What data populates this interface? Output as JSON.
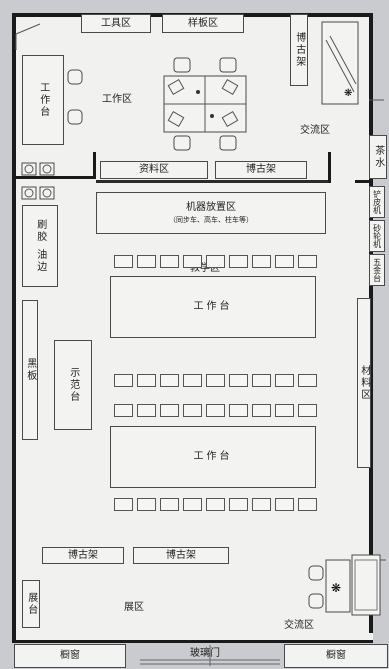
{
  "areas": {
    "tool_area": "工具区",
    "sample_area": "样板区",
    "shelf_top_right": "博古架",
    "workbench_left": "工作台",
    "work_area": "工作区",
    "exchange_top": "交流区",
    "tea_water": "茶水",
    "materials_area": "资料区",
    "shelf_mid": "博古架",
    "machine_area": "机器放置区",
    "machine_note": "（同步车、高车、柱车等）",
    "glue_brush": "刷胶",
    "edge_oil": "油边",
    "skin_machine": "铲皮机",
    "grinder": "砂轮机",
    "hardware_counter": "五金台",
    "teaching_area": "教学区",
    "workbench_center_1": "工作台",
    "blackboard": "黑板",
    "demo_table": "示范台",
    "materials_zone": "材料区",
    "workbench_center_2": "工作台",
    "shelf_bottom_1": "博古架",
    "shelf_bottom_2": "博古架",
    "display_table": "展台",
    "exhibit_area": "展区",
    "exchange_bottom": "交流区",
    "window_left": "橱窗",
    "glass_door": "玻璃门",
    "window_right": "橱窗"
  },
  "colors": {
    "wall": "#1a1a1a",
    "floor": "#f1f1ef",
    "outside": "#c9cbce",
    "line": "#4a4a4a"
  }
}
